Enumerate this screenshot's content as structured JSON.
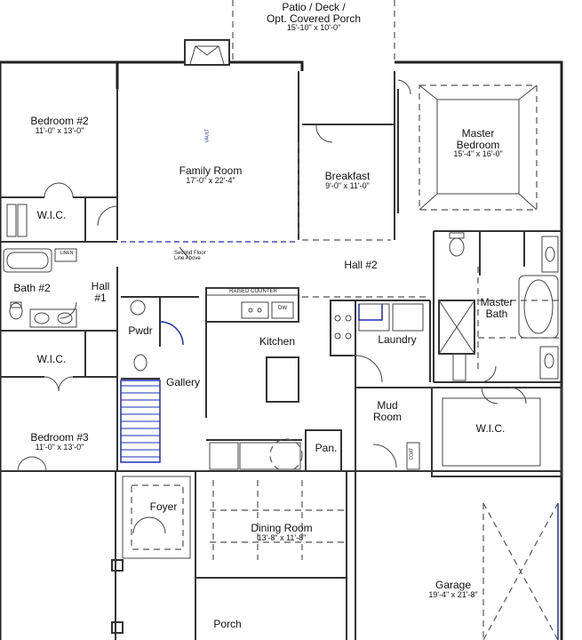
{
  "rooms": {
    "patio": {
      "name": "Patio / Deck /",
      "name2": "Opt. Covered Porch",
      "dim": "15'-10\" x 10'-0\""
    },
    "bedroom2": {
      "name": "Bedroom #2",
      "dim": "11'-0\" x 13'-0\""
    },
    "family": {
      "name": "Family Room",
      "dim": "17'-0\" x 22'-4\""
    },
    "breakfast": {
      "name": "Breakfast",
      "dim": "9'-0\" x 11'-0\""
    },
    "master": {
      "name": "Master",
      "name2": "Bedroom",
      "dim": "15'-4\" x 16'-0\""
    },
    "wic_top": {
      "name": "W.I.C."
    },
    "hall1": {
      "name": "Hall",
      "name2": "#1"
    },
    "bath2": {
      "name": "Bath #2"
    },
    "wic_mid": {
      "name": "W.I.C."
    },
    "bedroom3": {
      "name": "Bedroom #3",
      "dim": "11'-0\" x 13'-0\""
    },
    "pwdr": {
      "name": "Pwdr"
    },
    "gallery": {
      "name": "Gallery"
    },
    "kitchen": {
      "name": "Kitchen"
    },
    "hall2": {
      "name": "Hall #2"
    },
    "laundry": {
      "name": "Laundry"
    },
    "masterbath": {
      "name": "Master",
      "name2": "Bath"
    },
    "mudroom": {
      "name": "Mud",
      "name2": "Room"
    },
    "wic_master": {
      "name": "W.I.C."
    },
    "pan": {
      "name": "Pan."
    },
    "foyer": {
      "name": "Foyer"
    },
    "dining": {
      "name": "Dining Room",
      "dim": "13'-8\" x 11'-8\""
    },
    "garage": {
      "name": "Garage",
      "dim": "19'-4\" x 21'-8\""
    },
    "porch": {
      "name": "Porch"
    }
  },
  "notes": {
    "second_floor": "Second Floor",
    "line_above": "Line Above",
    "raised_counter": "RAISED COUNTER",
    "dw": "DW",
    "linen": "LINEN",
    "vault": "VAULT",
    "coat": "COAT"
  },
  "colors": {
    "wall": "#222222",
    "accent": "#1a2fb8",
    "background": "#ffffff"
  }
}
